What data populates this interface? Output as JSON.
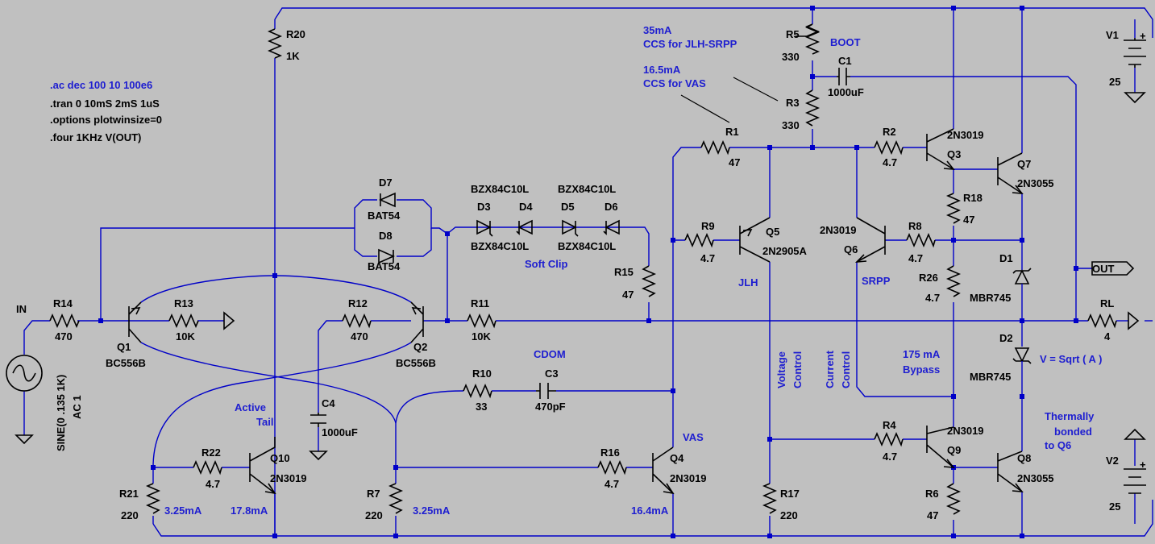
{
  "directives": {
    "ac": ".ac dec 100 10 100e6",
    "tran": ".tran 0 10mS 2mS 1uS",
    "options": ".options plotwinsize=0",
    "four": ".four 1KHz V(OUT)"
  },
  "source_in": {
    "name": "IN",
    "value": "SINE(0 .135 1K)",
    "ac": "AC 1"
  },
  "supplies": {
    "v1": {
      "name": "V1",
      "value": "25"
    },
    "v2": {
      "name": "V2",
      "value": "25"
    }
  },
  "resistors": {
    "r1": {
      "name": "R1",
      "value": "47"
    },
    "r2": {
      "name": "R2",
      "value": "4.7"
    },
    "r3": {
      "name": "R3",
      "value": "330"
    },
    "r4": {
      "name": "R4",
      "value": "4.7"
    },
    "r5": {
      "name": "R5",
      "value": "330"
    },
    "r6": {
      "name": "R6",
      "value": "47"
    },
    "r7": {
      "name": "R7",
      "value": "220"
    },
    "r8": {
      "name": "R8",
      "value": "4.7"
    },
    "r9": {
      "name": "R9",
      "value": "4.7"
    },
    "r10": {
      "name": "R10",
      "value": "33"
    },
    "r11": {
      "name": "R11",
      "value": "10K"
    },
    "r12": {
      "name": "R12",
      "value": "470"
    },
    "r13": {
      "name": "R13",
      "value": "10K"
    },
    "r14": {
      "name": "R14",
      "value": "470"
    },
    "r15": {
      "name": "R15",
      "value": "47"
    },
    "r16": {
      "name": "R16",
      "value": "4.7"
    },
    "r17": {
      "name": "R17",
      "value": "220"
    },
    "r18": {
      "name": "R18",
      "value": "47"
    },
    "r20": {
      "name": "R20",
      "value": "1K"
    },
    "r21": {
      "name": "R21",
      "value": "220"
    },
    "r22": {
      "name": "R22",
      "value": "4.7"
    },
    "r26": {
      "name": "R26",
      "value": "4.7"
    },
    "rl": {
      "name": "RL",
      "value": "4"
    }
  },
  "capacitors": {
    "c1": {
      "name": "C1",
      "value": "1000uF"
    },
    "c3": {
      "name": "C3",
      "value": "470pF"
    },
    "c4": {
      "name": "C4",
      "value": "1000uF"
    }
  },
  "transistors": {
    "q1": {
      "name": "Q1",
      "model": "BC556B"
    },
    "q2": {
      "name": "Q2",
      "model": "BC556B"
    },
    "q3": {
      "name": "Q3",
      "model": "2N3019"
    },
    "q4": {
      "name": "Q4",
      "model": "2N3019"
    },
    "q5": {
      "name": "Q5",
      "model": "2N2905A"
    },
    "q6": {
      "name": "Q6",
      "model": "2N3019"
    },
    "q7": {
      "name": "Q7",
      "model": "2N3055"
    },
    "q8": {
      "name": "Q8",
      "model": "2N3055"
    },
    "q9": {
      "name": "Q9",
      "model": "2N3019"
    },
    "q10": {
      "name": "Q10",
      "model": "2N3019"
    }
  },
  "diodes": {
    "d1": {
      "name": "D1",
      "model": "MBR745"
    },
    "d2": {
      "name": "D2",
      "model": "MBR745"
    },
    "d3": {
      "name": "D3",
      "model": "BZX84C10L"
    },
    "d4": {
      "name": "D4",
      "model": "BZX84C10L"
    },
    "d5": {
      "name": "D5",
      "model": "BZX84C10L"
    },
    "d6": {
      "name": "D6",
      "model": "BZX84C10L"
    },
    "d7": {
      "name": "D7",
      "model": "BAT54"
    },
    "d8": {
      "name": "D8",
      "model": "BAT54"
    }
  },
  "nets": {
    "out": "OUT"
  },
  "annotations": {
    "ccs_jlh_1": "35mA",
    "ccs_jlh_2": "CCS for JLH-SRPP",
    "ccs_vas_1": "16.5mA",
    "ccs_vas_2": "CCS for VAS",
    "boot": "BOOT",
    "soft_clip": "Soft Clip",
    "cdom": "CDOM",
    "active_tail_1": "Active",
    "active_tail_2": "Tail",
    "jlh": "JLH",
    "srpp": "SRPP",
    "vas": "VAS",
    "voltage_control_1": "Voltage",
    "voltage_control_2": "Control",
    "current_control_1": "Current",
    "current_control_2": "Control",
    "bypass_1": "175 mA",
    "bypass_2": "Bypass",
    "v_sqrt": "V = Sqrt ( A )",
    "thermal_1": "Thermally",
    "thermal_2": "bonded",
    "thermal_3": "to Q6",
    "i_r21": "3.25mA",
    "i_q10": "17.8mA",
    "i_r7": "3.25mA",
    "i_q4": "16.4mA"
  }
}
